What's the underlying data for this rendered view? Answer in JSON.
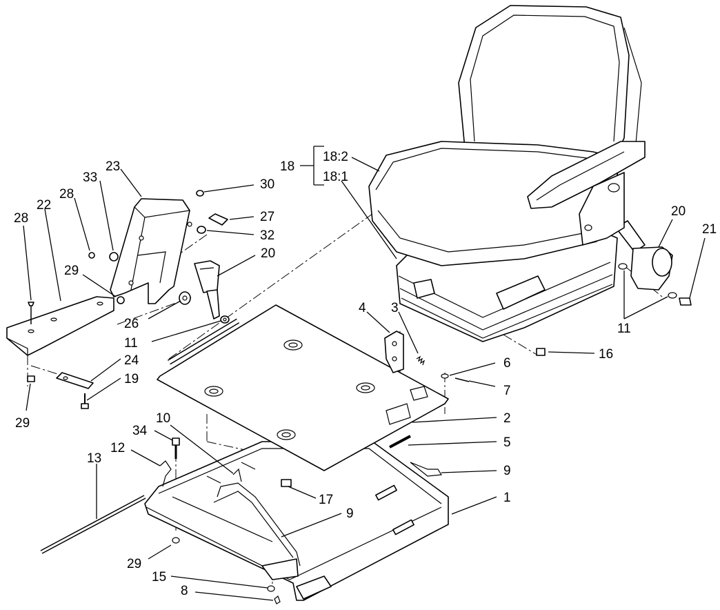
{
  "callouts": {
    "c1": "1",
    "c2": "2",
    "c3": "3",
    "c4": "4",
    "c5": "5",
    "c6": "6",
    "c7": "7",
    "c8": "8",
    "c9a": "9",
    "c9b": "9",
    "c10": "10",
    "c11a": "11",
    "c11b": "11",
    "c12": "12",
    "c13": "13",
    "c15": "15",
    "c16": "16",
    "c17": "17",
    "c18": "18",
    "c18_1": "18:1",
    "c18_2": "18:2",
    "c19": "19",
    "c20a": "20",
    "c20b": "20",
    "c21": "21",
    "c22": "22",
    "c23": "23",
    "c24": "24",
    "c26": "26",
    "c27": "27",
    "c28a": "28",
    "c28b": "28",
    "c29a": "29",
    "c29b": "29",
    "c29c": "29",
    "c30": "30",
    "c32": "32",
    "c33": "33",
    "c34": "34"
  }
}
